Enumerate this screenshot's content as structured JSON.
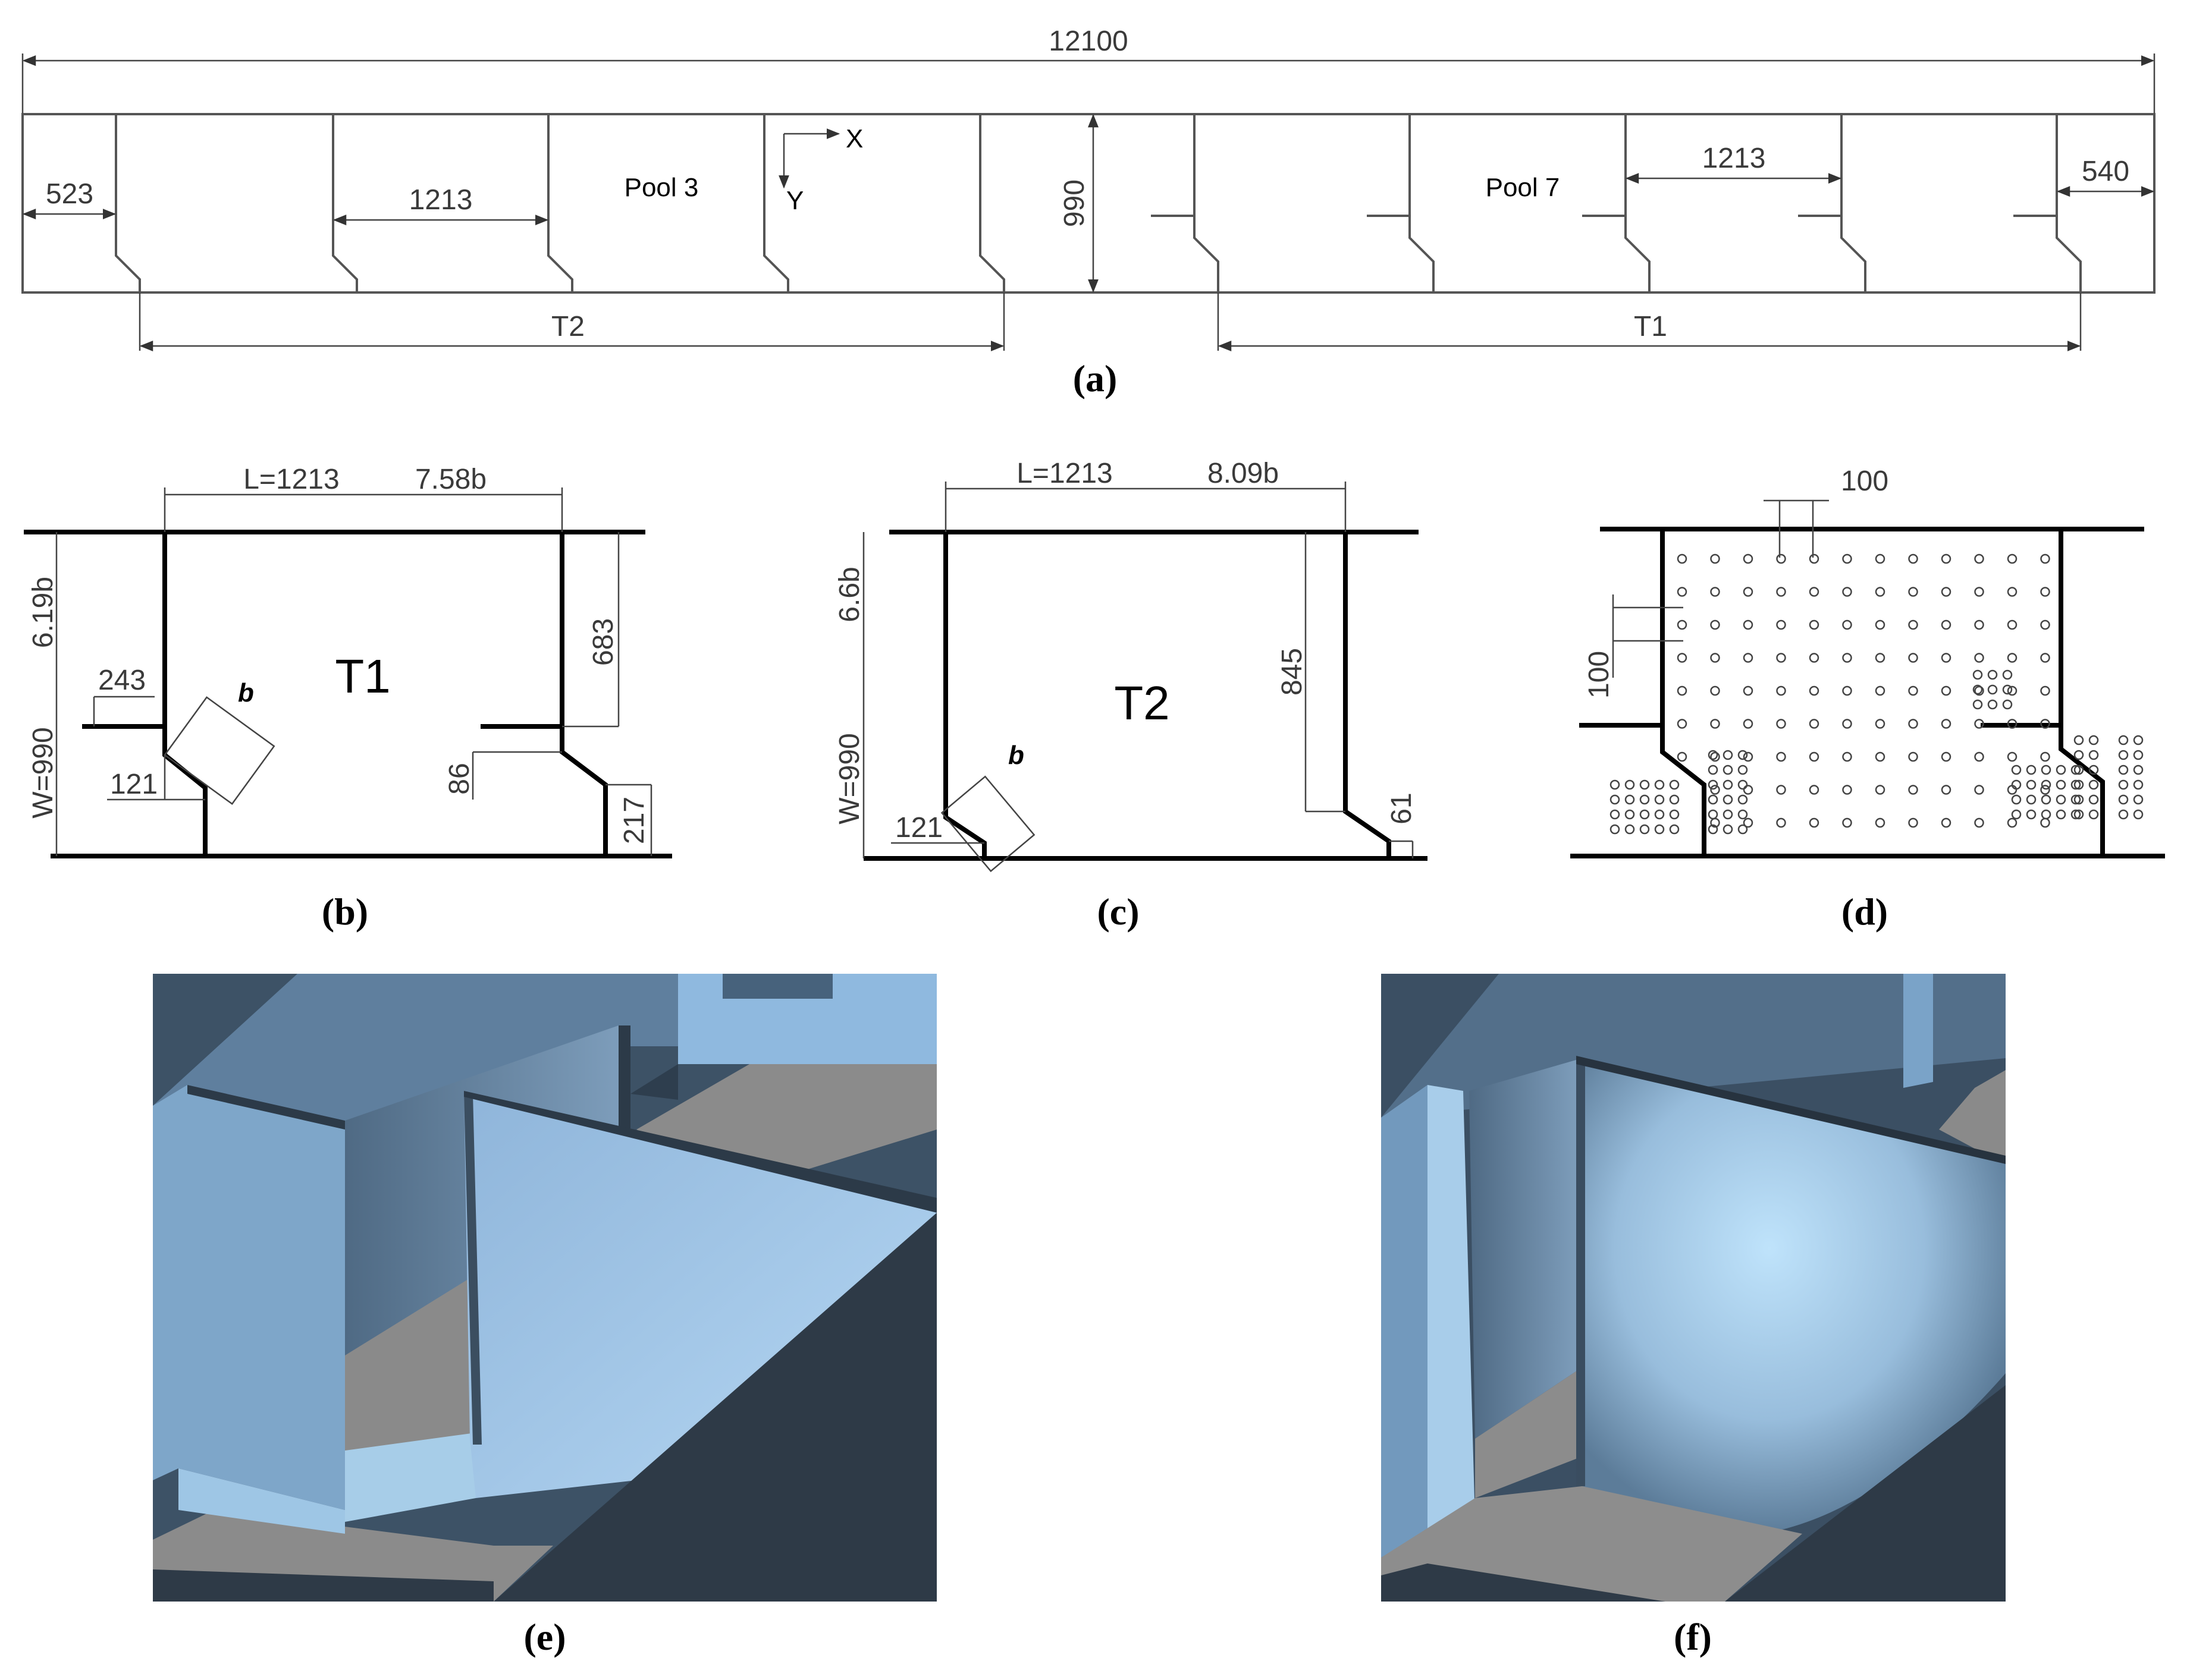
{
  "panel_a": {
    "total_length": "12100",
    "dim_523": "523",
    "dim_1213_left": "1213",
    "dim_1213_right": "1213",
    "dim_540": "540",
    "dim_990": "990",
    "pool3": "Pool 3",
    "pool7": "Pool 7",
    "axis_x": "X",
    "axis_y": "Y",
    "t2": "T2",
    "t1": "T1",
    "caption": "(a)"
  },
  "panel_b": {
    "length": "L=1213",
    "ratio_l": "7.58b",
    "ratio_w": "6.19b",
    "width": "W=990",
    "title": "T1",
    "dim_243": "243",
    "dim_121": "121",
    "dim_683": "683",
    "dim_86": "86",
    "dim_217": "217",
    "b": "b",
    "caption": "(b)"
  },
  "panel_c": {
    "length": "L=1213",
    "ratio_l": "8.09b",
    "ratio_w": "6.6b",
    "width": "W=990",
    "title": "T2",
    "dim_845": "845",
    "dim_121": "121",
    "dim_61": "61",
    "b": "b",
    "caption": "(c)"
  },
  "panel_d": {
    "spacing_x": "100",
    "spacing_y": "100",
    "caption": "(d)"
  },
  "panel_e": {
    "caption": "(e)"
  },
  "panel_f": {
    "caption": "(f)"
  }
}
